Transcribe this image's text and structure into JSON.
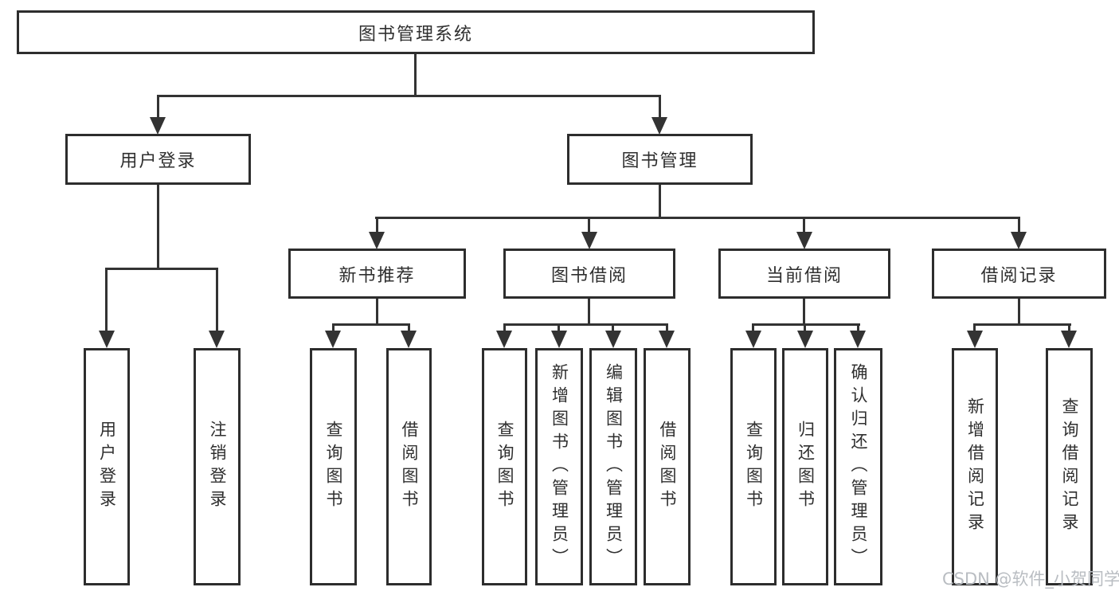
{
  "diagram": {
    "root": {
      "label": "图书管理系统"
    },
    "branches": [
      {
        "label": "用户登录",
        "children": [
          {
            "label": "用户登录"
          },
          {
            "label": "注销登录"
          }
        ]
      },
      {
        "label": "图书管理",
        "children": [
          {
            "label": "新书推荐",
            "children": [
              {
                "label": "查询图书"
              },
              {
                "label": "借阅图书"
              }
            ]
          },
          {
            "label": "图书借阅",
            "children": [
              {
                "label": "查询图书"
              },
              {
                "label": "新增图书（管理员）"
              },
              {
                "label": "编辑图书（管理员）"
              },
              {
                "label": "借阅图书"
              }
            ]
          },
          {
            "label": "当前借阅",
            "children": [
              {
                "label": "查询图书"
              },
              {
                "label": "归还图书"
              },
              {
                "label": "确认归还（管理员）"
              }
            ]
          },
          {
            "label": "借阅记录",
            "children": [
              {
                "label": "新增借阅记录"
              },
              {
                "label": "查询借阅记录"
              }
            ]
          }
        ]
      }
    ]
  },
  "watermark": {
    "text": "CSDN @软件_小贺同学"
  },
  "colors": {
    "line": "#333333",
    "border": "#2d2d2d",
    "text": "#2f2f2f",
    "background": "#ffffff",
    "watermark": "#b9bdc2"
  }
}
